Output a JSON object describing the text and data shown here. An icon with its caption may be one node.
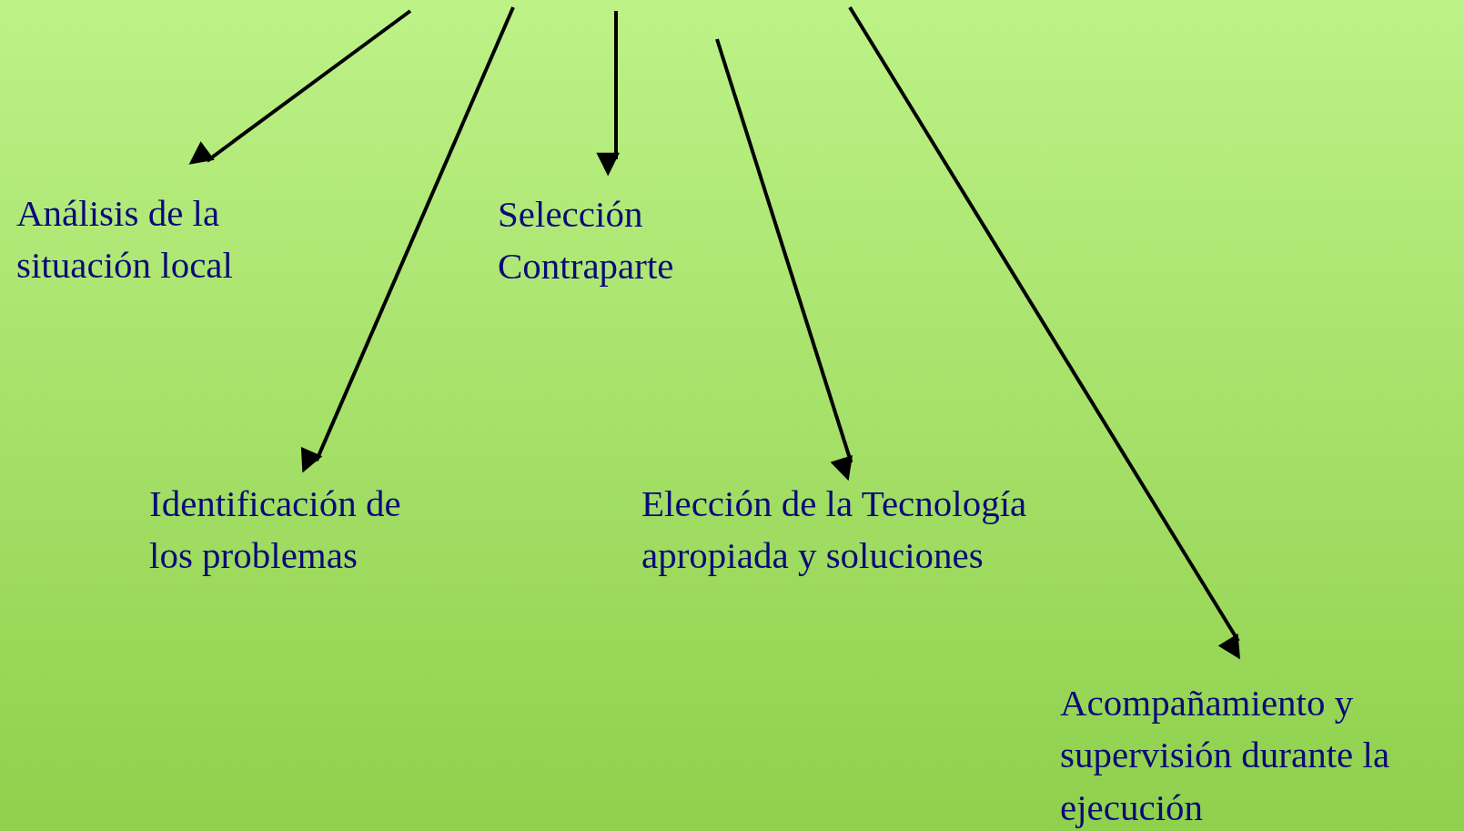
{
  "diagram": {
    "nodes": [
      {
        "text": [
          "Análisis de la situación local"
        ]
      },
      {
        "text": [
          "Identificación de los problemas"
        ]
      },
      {
        "text": [
          "Selección Contraparte"
        ]
      },
      {
        "text": [
          "Elección de la Tecnología apropiada y soluciones"
        ]
      },
      {
        "text": [
          "Acompañamiento y supervisión durante la ejecución"
        ]
      }
    ],
    "edges": [
      {
        "from": null,
        "to": 0,
        "arrow": "to"
      },
      {
        "from": null,
        "to": 1,
        "arrow": "to"
      },
      {
        "from": null,
        "to": 2,
        "arrow": "to"
      },
      {
        "from": null,
        "to": 3,
        "arrow": "to"
      },
      {
        "from": null,
        "to": 4,
        "arrow": "to"
      }
    ]
  }
}
